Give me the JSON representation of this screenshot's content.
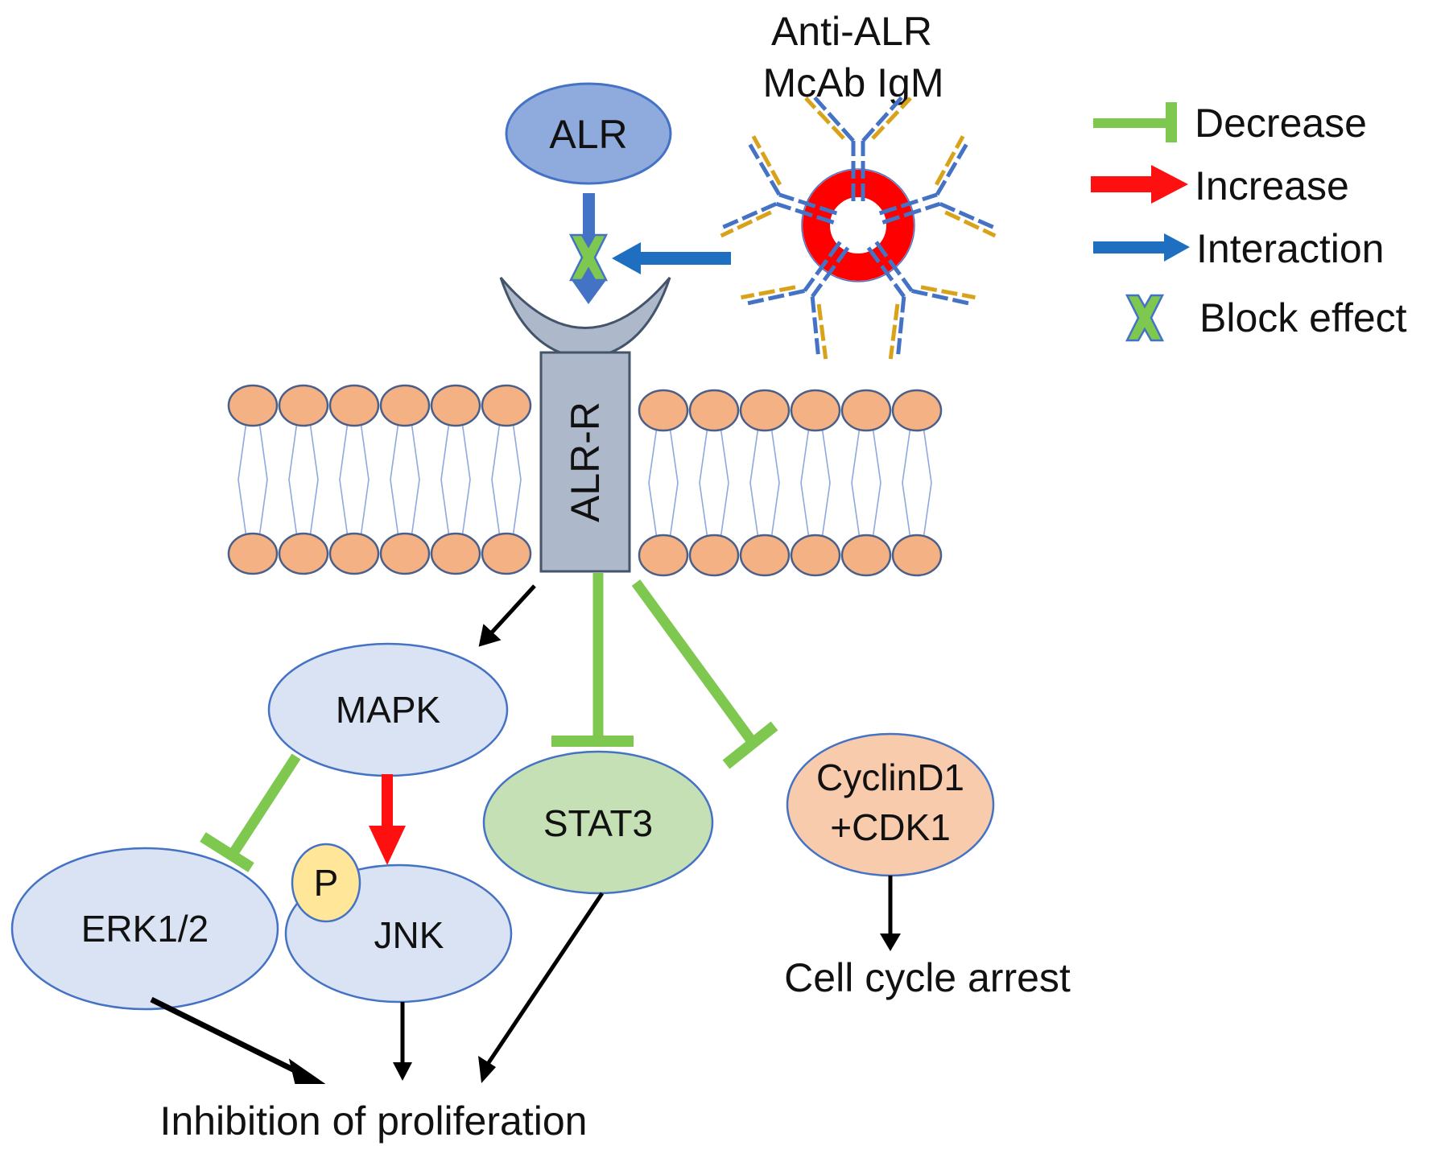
{
  "title": "Anti-ALR McAb IgM signaling diagram",
  "colors": {
    "decrease": "#7ec850",
    "increase": "#ff1010",
    "interaction": "#1f6fc0",
    "block": "#7ec850",
    "alr_fill": "#8faadc",
    "node_fill": "#dae3f3",
    "stat3_fill": "#c5e0b4",
    "cyclin_fill": "#f8cbad",
    "lipid_head": "#f4b183",
    "receptor_fill": "#adb9ca",
    "igm_ring": "#ff0000",
    "p_fill": "#ffe699"
  },
  "labels": {
    "alr": "ALR",
    "antibody_line1": "Anti-ALR",
    "antibody_line2": "McAb IgM",
    "receptor": "ALR-R",
    "mapk": "MAPK",
    "stat3": "STAT3",
    "cyclin_line1": "CyclinD1",
    "cyclin_line2": "+CDK1",
    "erk": "ERK1/2",
    "jnk": "JNK",
    "phospho": "P",
    "cell_cycle": "Cell cycle arrest",
    "inhibition": "Inhibition of proliferation"
  },
  "legend": [
    {
      "type": "decrease",
      "label": "Decrease"
    },
    {
      "type": "increase",
      "label": "Increase"
    },
    {
      "type": "interaction",
      "label": "Interaction"
    },
    {
      "type": "block",
      "label": "Block effect"
    }
  ],
  "edges": [
    {
      "from": "ALR",
      "to": "ALR-R",
      "type": "interaction",
      "blocked": true
    },
    {
      "from": "Anti-ALR McAb IgM",
      "to": "ALR binding",
      "type": "interaction"
    },
    {
      "from": "ALR-R",
      "to": "MAPK",
      "type": "activation"
    },
    {
      "from": "ALR-R",
      "to": "STAT3",
      "type": "decrease"
    },
    {
      "from": "ALR-R",
      "to": "CyclinD1+CDK1",
      "type": "decrease"
    },
    {
      "from": "MAPK",
      "to": "ERK1/2",
      "type": "decrease"
    },
    {
      "from": "MAPK",
      "to": "JNK",
      "type": "increase"
    },
    {
      "from": "ERK1/2",
      "to": "Inhibition of proliferation",
      "type": "activation"
    },
    {
      "from": "JNK",
      "to": "Inhibition of proliferation",
      "type": "activation"
    },
    {
      "from": "STAT3",
      "to": "Inhibition of proliferation",
      "type": "activation"
    },
    {
      "from": "CyclinD1+CDK1",
      "to": "Cell cycle arrest",
      "type": "activation"
    }
  ]
}
